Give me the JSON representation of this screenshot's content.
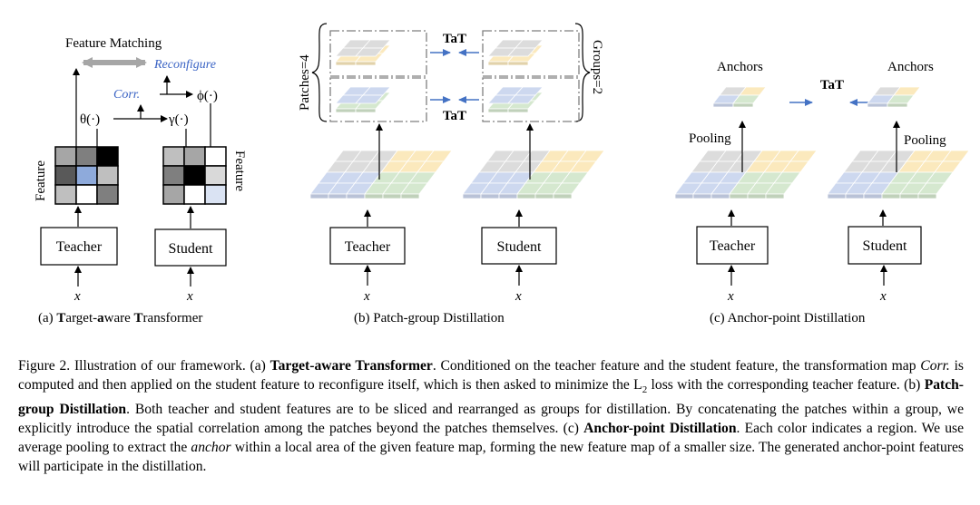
{
  "panel_a": {
    "feature_matching": "Feature Matching",
    "reconfigure": "Reconfigure",
    "corr": "Corr.",
    "theta": "θ(·)",
    "gamma": "γ(·)",
    "phi": "ϕ(·)",
    "feature_left": "Feature",
    "feature_right": "Feature",
    "teacher": "Teacher",
    "student": "Student",
    "x": "x",
    "caption_prefix": "(a) ",
    "caption_bold_1": "T",
    "caption_text_1": "arget-",
    "caption_bold_2": "a",
    "caption_text_2": "ware ",
    "caption_bold_3": "T",
    "caption_text_3": "ransformer"
  },
  "panel_b": {
    "patches": "Patches=4",
    "groups": "Groups=2",
    "tat_top": "TaT",
    "tat_bottom": "TaT",
    "teacher": "Teacher",
    "student": "Student",
    "x": "x",
    "caption": "(b) Patch-group Distillation"
  },
  "panel_c": {
    "anchors_left": "Anchors",
    "anchors_right": "Anchors",
    "tat": "TaT",
    "pooling_left": "Pooling",
    "pooling_right": "Pooling",
    "teacher": "Teacher",
    "student": "Student",
    "x": "x",
    "caption": "(c) Anchor-point Distillation"
  },
  "caption": {
    "p1": "Figure 2. Illustration of our framework. (a) ",
    "b1": "Target-aware Transformer",
    "p2": ". Conditioned on the teacher feature and the student feature, the transformation map ",
    "i1": "Corr.",
    "p3": " is computed and then applied on the student feature to reconfigure itself, which is then asked to minimize the L",
    "sub": "2",
    "p4": " loss with the corresponding teacher feature. (b) ",
    "b2": "Patch-group Distillation",
    "p5": ". Both teacher and student features are to be sliced and rearranged as groups for distillation. By concatenating the patches within a group, we explicitly introduce the spatial correlation among the patches beyond the patches themselves. (c) ",
    "b3": "Anchor-point Distillation",
    "p6": ". Each color indicates a region. We use average pooling to extract the ",
    "i2": "anchor",
    "p7": " within a local area of the given feature map, forming the new feature map of a smaller size. The generated anchor-point features will participate in the distillation."
  },
  "colors": {
    "grey": "#dcdcdc",
    "blue": "#cdd8ef",
    "yellow": "#fbe9bd",
    "green": "#d5e8cf",
    "arrow_blue": "#4472c4",
    "text_blue": "#3a63c4"
  }
}
